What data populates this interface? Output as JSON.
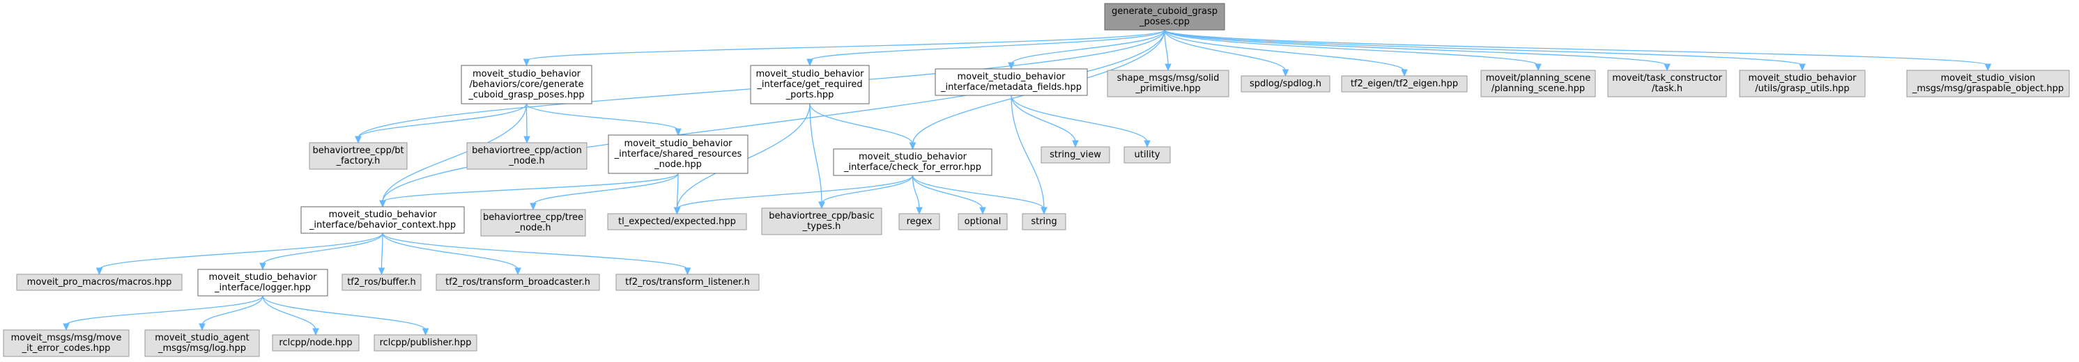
{
  "graph": {
    "title": "generate_cuboid_grasp_poses.cpp include dependency graph",
    "colors": {
      "edge": "#63b8ff",
      "root_fill": "#999999",
      "documented_fill": "#ffffff",
      "external_fill": "#e0e0e0"
    },
    "nodes": [
      {
        "id": "root",
        "kind": "root",
        "lines": [
          "generate_cuboid_grasp",
          "_poses.cpp"
        ]
      },
      {
        "id": "gen",
        "kind": "doc",
        "lines": [
          "moveit_studio_behavior",
          "/behaviors/core/generate",
          "_cuboid_grasp_poses.hpp"
        ]
      },
      {
        "id": "btfactory",
        "kind": "ext",
        "lines": [
          "behaviortree_cpp/bt",
          "_factory.h"
        ]
      },
      {
        "id": "actionnode",
        "kind": "ext",
        "lines": [
          "behaviortree_cpp/action",
          "_node.h"
        ]
      },
      {
        "id": "shared",
        "kind": "doc",
        "lines": [
          "moveit_studio_behavior",
          "_interface/shared_resources",
          "_node.hpp"
        ]
      },
      {
        "id": "getreq",
        "kind": "doc",
        "lines": [
          "moveit_studio_behavior",
          "_interface/get_required",
          "_ports.hpp"
        ]
      },
      {
        "id": "meta",
        "kind": "doc",
        "lines": [
          "moveit_studio_behavior",
          "_interface/metadata_fields.hpp"
        ]
      },
      {
        "id": "shape",
        "kind": "ext",
        "lines": [
          "shape_msgs/msg/solid",
          "_primitive.hpp"
        ]
      },
      {
        "id": "spdlog",
        "kind": "ext",
        "lines": [
          "spdlog/spdlog.h"
        ]
      },
      {
        "id": "tf2eigen",
        "kind": "ext",
        "lines": [
          "tf2_eigen/tf2_eigen.hpp"
        ]
      },
      {
        "id": "planscene",
        "kind": "ext",
        "lines": [
          "moveit/planning_scene",
          "/planning_scene.hpp"
        ]
      },
      {
        "id": "taskc",
        "kind": "ext",
        "lines": [
          "moveit/task_constructor",
          "/task.h"
        ]
      },
      {
        "id": "grasp",
        "kind": "ext",
        "lines": [
          "moveit_studio_behavior",
          "/utils/grasp_utils.hpp"
        ]
      },
      {
        "id": "graspable",
        "kind": "ext",
        "lines": [
          "moveit_studio_vision",
          "_msgs/msg/graspable_object.hpp"
        ]
      },
      {
        "id": "strview",
        "kind": "ext",
        "lines": [
          "string_view"
        ]
      },
      {
        "id": "utility",
        "kind": "ext",
        "lines": [
          "utility"
        ]
      },
      {
        "id": "check",
        "kind": "doc",
        "lines": [
          "moveit_studio_behavior",
          "_interface/check_for_error.hpp"
        ]
      },
      {
        "id": "treenode",
        "kind": "ext",
        "lines": [
          "behaviortree_cpp/tree",
          "_node.h"
        ]
      },
      {
        "id": "ctx",
        "kind": "doc",
        "lines": [
          "moveit_studio_behavior",
          "_interface/behavior_context.hpp"
        ]
      },
      {
        "id": "expected",
        "kind": "ext",
        "lines": [
          "tl_expected/expected.hpp"
        ]
      },
      {
        "id": "basic",
        "kind": "ext",
        "lines": [
          "behaviortree_cpp/basic",
          "_types.h"
        ]
      },
      {
        "id": "regex",
        "kind": "ext",
        "lines": [
          "regex"
        ]
      },
      {
        "id": "optional",
        "kind": "ext",
        "lines": [
          "optional"
        ]
      },
      {
        "id": "string",
        "kind": "ext",
        "lines": [
          "string"
        ]
      },
      {
        "id": "macros",
        "kind": "ext",
        "lines": [
          "moveit_pro_macros/macros.hpp"
        ]
      },
      {
        "id": "logger",
        "kind": "doc",
        "lines": [
          "moveit_studio_behavior",
          "_interface/logger.hpp"
        ]
      },
      {
        "id": "buffer",
        "kind": "ext",
        "lines": [
          "tf2_ros/buffer.h"
        ]
      },
      {
        "id": "broadcaster",
        "kind": "ext",
        "lines": [
          "tf2_ros/transform_broadcaster.h"
        ]
      },
      {
        "id": "listener",
        "kind": "ext",
        "lines": [
          "tf2_ros/transform_listener.h"
        ]
      },
      {
        "id": "errcodes",
        "kind": "ext",
        "lines": [
          "moveit_msgs/msg/move",
          "_it_error_codes.hpp"
        ]
      },
      {
        "id": "agentlog",
        "kind": "ext",
        "lines": [
          "moveit_studio_agent",
          "_msgs/msg/log.hpp"
        ]
      },
      {
        "id": "rclnode",
        "kind": "ext",
        "lines": [
          "rclcpp/node.hpp"
        ]
      },
      {
        "id": "publisher",
        "kind": "ext",
        "lines": [
          "rclcpp/publisher.hpp"
        ]
      }
    ],
    "edges": [
      [
        "root",
        "gen"
      ],
      [
        "root",
        "btfactory"
      ],
      [
        "root",
        "ctx"
      ],
      [
        "root",
        "getreq"
      ],
      [
        "root",
        "check"
      ],
      [
        "root",
        "meta"
      ],
      [
        "root",
        "shape"
      ],
      [
        "root",
        "spdlog"
      ],
      [
        "root",
        "tf2eigen"
      ],
      [
        "root",
        "planscene"
      ],
      [
        "root",
        "taskc"
      ],
      [
        "root",
        "grasp"
      ],
      [
        "root",
        "graspable"
      ],
      [
        "gen",
        "btfactory"
      ],
      [
        "gen",
        "actionnode"
      ],
      [
        "gen",
        "shared"
      ],
      [
        "gen",
        "ctx"
      ],
      [
        "shared",
        "ctx"
      ],
      [
        "shared",
        "treenode"
      ],
      [
        "shared",
        "expected"
      ],
      [
        "getreq",
        "check"
      ],
      [
        "getreq",
        "expected"
      ],
      [
        "getreq",
        "basic"
      ],
      [
        "meta",
        "strview"
      ],
      [
        "meta",
        "utility"
      ],
      [
        "meta",
        "string"
      ],
      [
        "check",
        "expected"
      ],
      [
        "check",
        "basic"
      ],
      [
        "check",
        "regex"
      ],
      [
        "check",
        "optional"
      ],
      [
        "check",
        "string"
      ],
      [
        "ctx",
        "macros"
      ],
      [
        "ctx",
        "logger"
      ],
      [
        "ctx",
        "buffer"
      ],
      [
        "ctx",
        "broadcaster"
      ],
      [
        "ctx",
        "listener"
      ],
      [
        "logger",
        "errcodes"
      ],
      [
        "logger",
        "agentlog"
      ],
      [
        "logger",
        "rclnode"
      ],
      [
        "logger",
        "publisher"
      ]
    ]
  }
}
